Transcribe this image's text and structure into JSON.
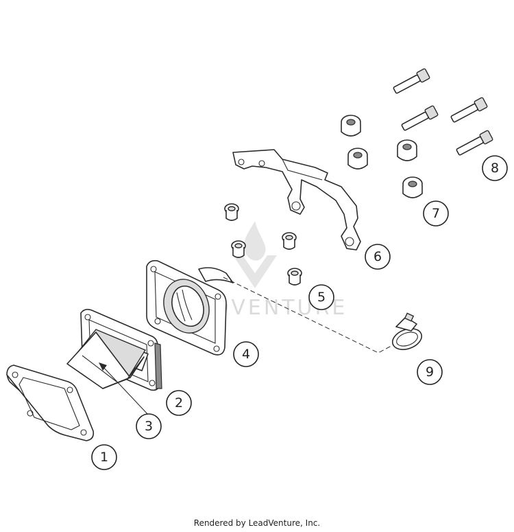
{
  "callouts": [
    "1",
    "2",
    "3",
    "4",
    "5",
    "6",
    "7",
    "8",
    "9"
  ],
  "watermark": "LEADVENTURE",
  "credit": "Rendered by LeadVenture, Inc."
}
